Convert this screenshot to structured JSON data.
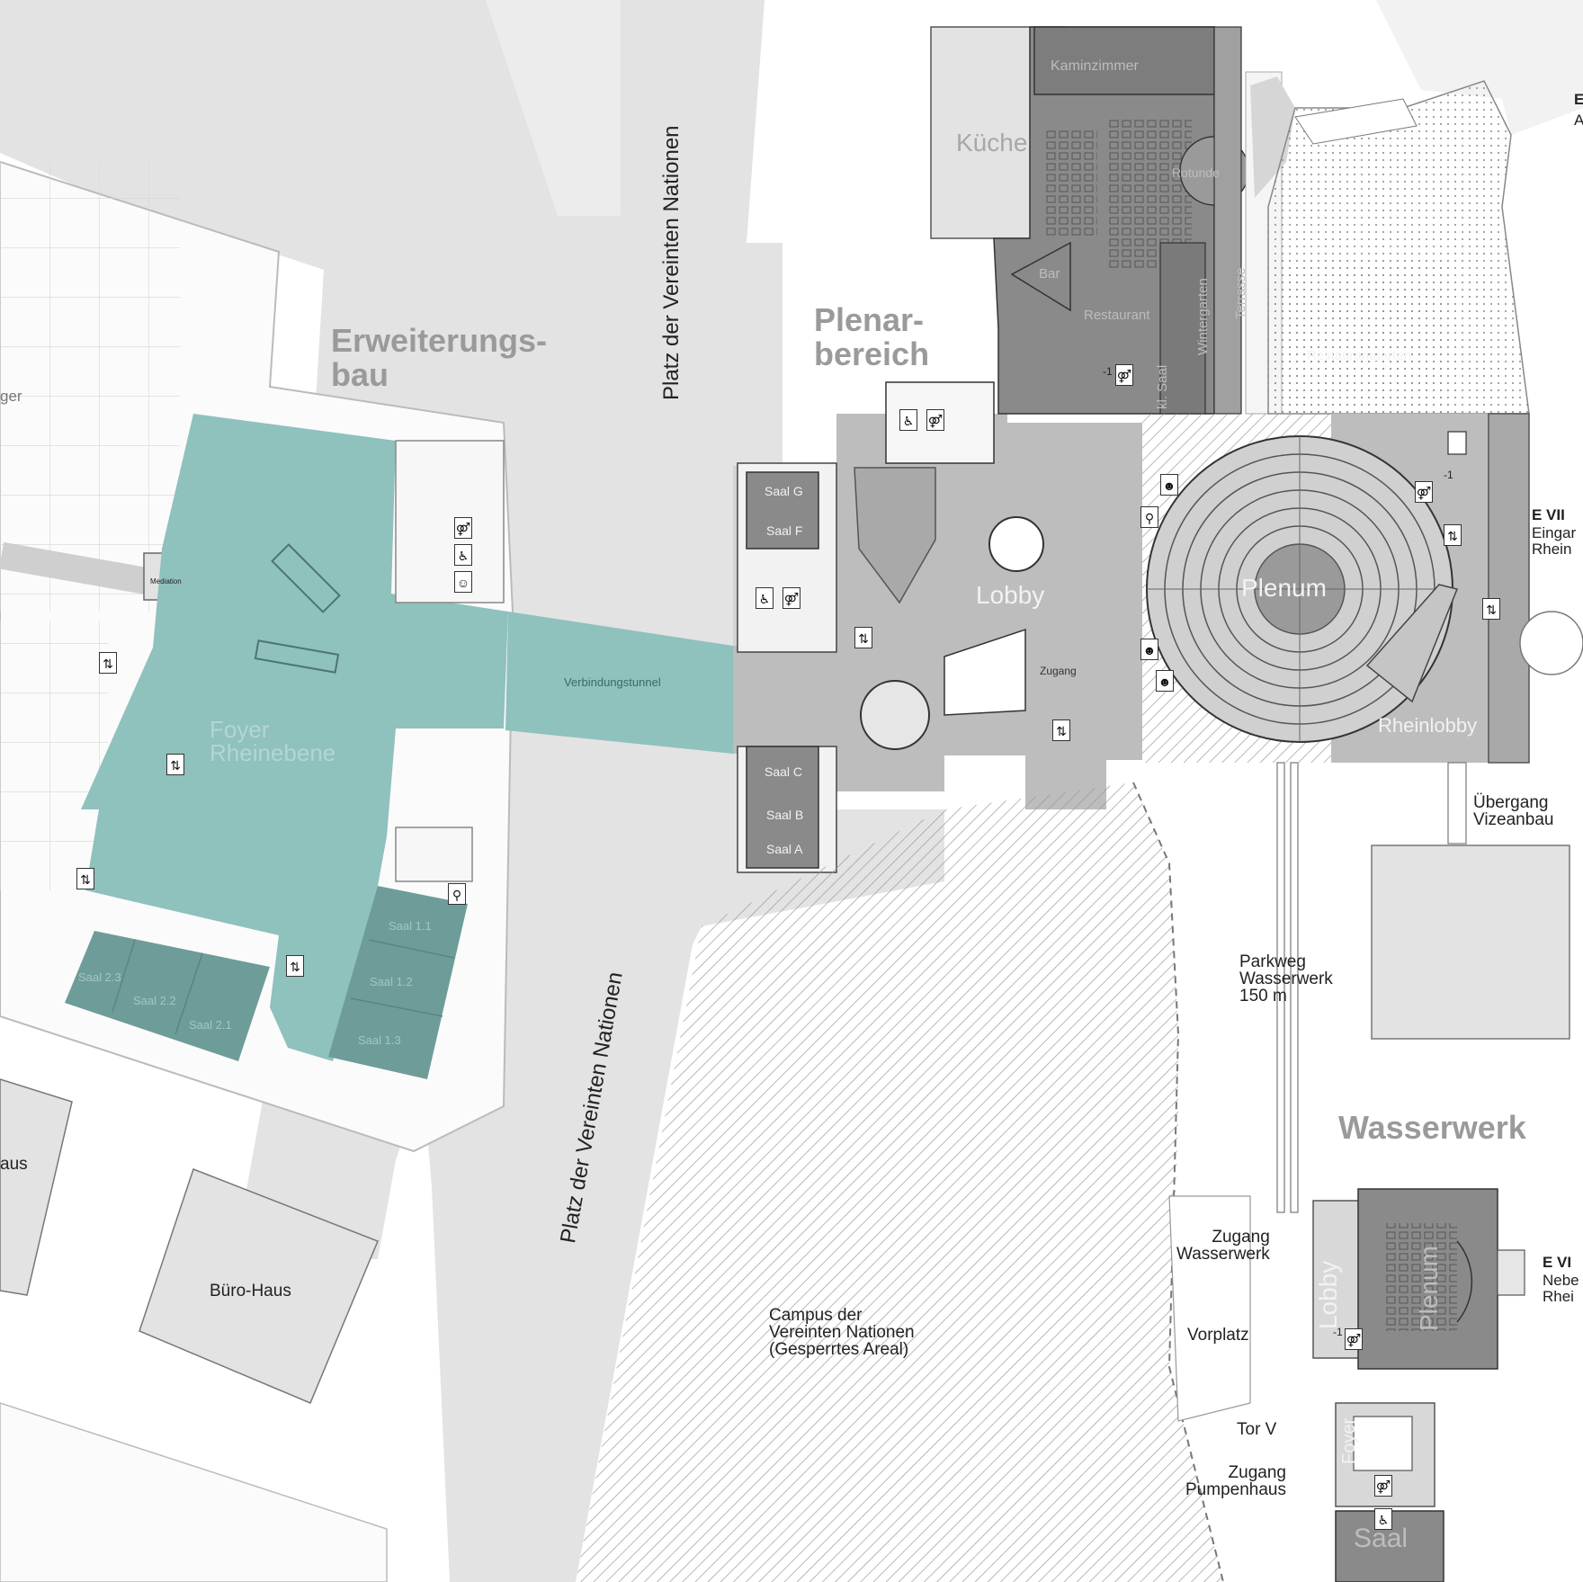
{
  "map": {
    "areas": {
      "erweiterungsbau": "Erweiterungs-\nbau",
      "plenarbereich": "Plenar-\nbereich",
      "wasserwerk": "Wasserwerk"
    },
    "streets": {
      "platz_top": "Platz der Vereinten Nationen",
      "platz_bottom": "Platz der Vereinten Nationen",
      "parkweg": "Parkweg\nWasserwerk\n150 m",
      "uebergang": "Übergang\nVizeanbau",
      "zugang_wasserwerk": "Zugang\nWasserwerk",
      "vorplatz": "Vorplatz",
      "tor": "Tor V",
      "zugang_pumpenhaus": "Zugang\nPumpenhaus"
    },
    "buildings": {
      "buero_haus": "Büro-Haus",
      "haus_partial": "aus",
      "campus": "Campus der\nVereinten Nationen\n(Gesperrtes Areal)",
      "kueche": "Küche",
      "lager_partial": "ger",
      "mediation": "Mediation"
    },
    "rooms": {
      "kaminzimmer": "Kaminzimmer",
      "rotunde": "Rotunde",
      "bar": "Bar",
      "restaurant": "Restaurant",
      "wintergarten": "Wintergarten",
      "terrasse": "Terrasse",
      "restaurantgarten": "Restaurantgarten",
      "kl_saal": "kl. Saal",
      "lobby": "Lobby",
      "zugang": "Zugang",
      "plenum": "Plenum",
      "rheinlobby": "Rheinlobby",
      "verbindungstunnel": "Verbindungstunnel",
      "foyer": "Foyer\nRheinebene",
      "saal_g": "Saal G",
      "saal_f": "Saal F",
      "saal_c": "Saal C",
      "saal_b": "Saal B",
      "saal_a": "Saal A",
      "saal_11": "Saal 1.1",
      "saal_12": "Saal 1.2",
      "saal_13": "Saal 1.3",
      "saal_23": "Saal 2.3",
      "saal_22": "Saal 2.2",
      "saal_21": "Saal 2.1",
      "ww_lobby": "Lobby",
      "ww_plenum": "Plenum",
      "ww_foyer": "Foyer",
      "ww_saal": "Saal"
    },
    "entrances": {
      "e7_title": "E VII",
      "e7_sub": "Eingar\nRhein",
      "e6_title": "E VI",
      "e6_sub": "Nebe\nRhei",
      "e_partial_title": "E",
      "e_partial_sub": "A"
    },
    "markers": {
      "level_minus1": "-1"
    },
    "colors": {
      "teal": "#8fc1bd",
      "teal_dark": "#6e9d99",
      "building_gray": "#bdbdbd",
      "dark_gray": "#8a8a8a",
      "street_gray": "#e3e3e3"
    }
  }
}
